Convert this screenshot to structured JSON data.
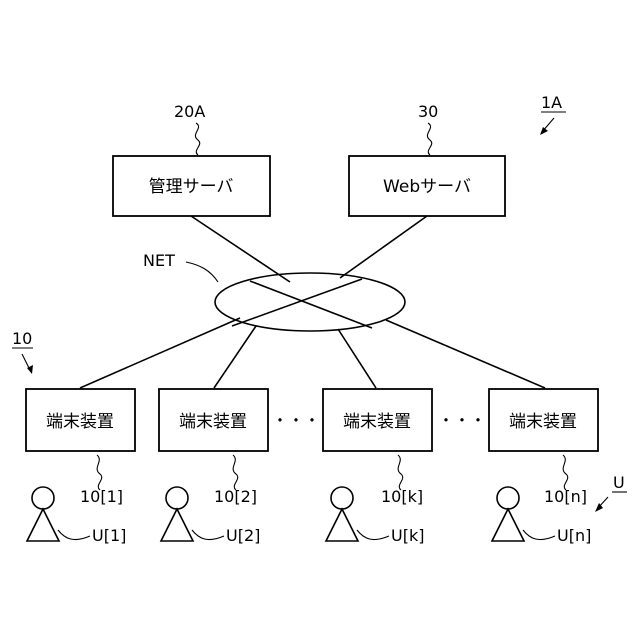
{
  "system": {
    "ref": "1A"
  },
  "network": {
    "label": "NET"
  },
  "servers": {
    "management": {
      "ref": "20A",
      "label": "管理サーバ"
    },
    "web": {
      "ref": "30",
      "label": "Webサーバ"
    }
  },
  "terminals": {
    "group_ref": "10",
    "ellipsis": "・・・",
    "items": [
      {
        "label": "端末装置",
        "ref": "10[1]",
        "user": "U[1]"
      },
      {
        "label": "端末装置",
        "ref": "10[2]",
        "user": "U[2]"
      },
      {
        "label": "端末装置",
        "ref": "10[k]",
        "user": "U[k]"
      },
      {
        "label": "端末装置",
        "ref": "10[n]",
        "user": "U[n]"
      }
    ]
  },
  "users": {
    "group_ref": "U"
  }
}
